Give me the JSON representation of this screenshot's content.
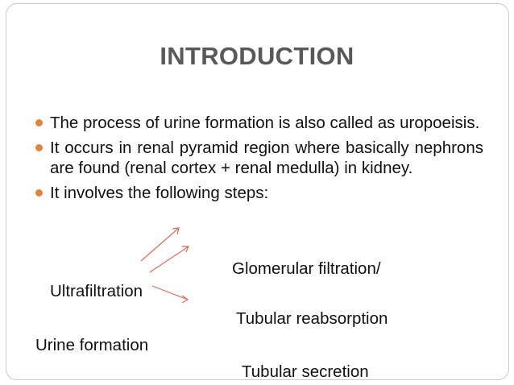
{
  "slide": {
    "title": "INTRODUCTION",
    "bullets": [
      "The process of urine formation is also called as uropoeisis.",
      "It occurs in renal pyramid region where basically nephrons are found (renal cortex + renal medulla) in kidney.",
      "It involves the following steps:"
    ],
    "steps": {
      "glomerular": "Glomerular filtration/",
      "ultrafiltration": "Ultrafiltration",
      "tubular_reabsorption": "Tubular reabsorption",
      "urine_formation": "Urine formation",
      "tubular_secretion": "Tubular secretion"
    },
    "colors": {
      "bullet": "#e0863a",
      "arrow": "#e06b5a",
      "title": "#595959"
    }
  }
}
